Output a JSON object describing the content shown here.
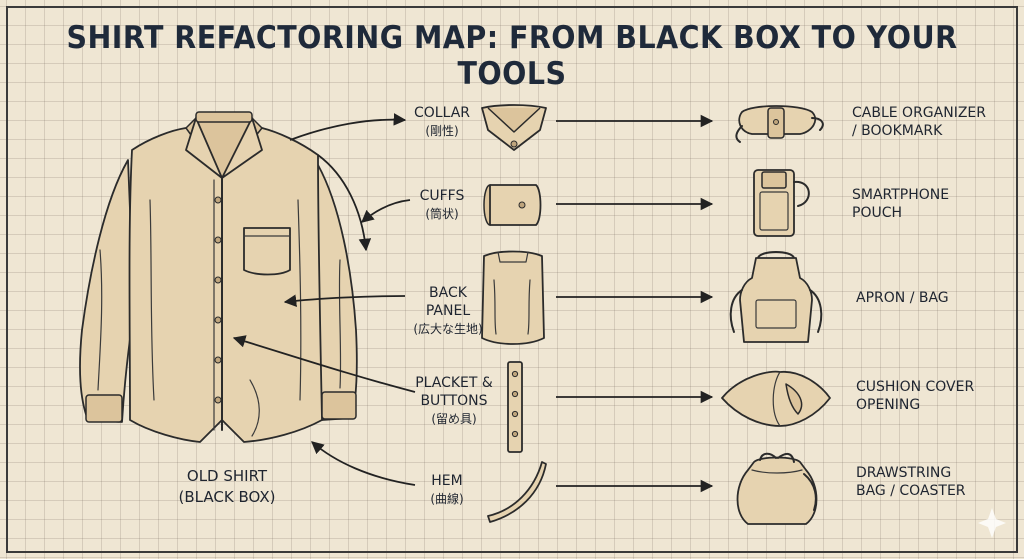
{
  "title": "SHIRT REFACTORING MAP: FROM BLACK BOX TO YOUR TOOLS",
  "source": {
    "line1": "OLD SHIRT",
    "line2": "(BLACK BOX)"
  },
  "parts": [
    {
      "name": "COLLAR",
      "note": "(剛性)"
    },
    {
      "name": "CUFFS",
      "note": "(筒状)"
    },
    {
      "name": "BACK PANEL",
      "note": "(広大な生地)"
    },
    {
      "name": "PLACKET &",
      "name2": "BUTTONS",
      "note": "(留め具)"
    },
    {
      "name": "HEM",
      "note": "(曲線)"
    }
  ],
  "tools": [
    {
      "line1": "CABLE ORGANIZER",
      "line2": "/ BOOKMARK"
    },
    {
      "line1": "SMARTPHONE",
      "line2": "POUCH"
    },
    {
      "line1": "APRON / BAG",
      "line2": ""
    },
    {
      "line1": "CUSHION COVER",
      "line2": "OPENING"
    },
    {
      "line1": "DRAWSTRING",
      "line2": "BAG / COASTER"
    }
  ],
  "icons": {
    "shirt": "shirt-icon",
    "collar": "collar-icon",
    "cuff": "cuff-icon",
    "back_panel": "back-panel-icon",
    "placket": "placket-icon",
    "hem": "hem-curve-icon",
    "cable": "cable-organizer-icon",
    "phone": "phone-pouch-icon",
    "apron": "apron-icon",
    "cushion": "cushion-icon",
    "drawstring": "drawstring-bag-icon",
    "sparkle": "sparkle-icon"
  },
  "colors": {
    "paper": "#efe6d3",
    "grid": "#b9ae9c",
    "fabric": "#e6d3b0",
    "ink": "#2b2b2b",
    "title": "#1f2a3a"
  }
}
